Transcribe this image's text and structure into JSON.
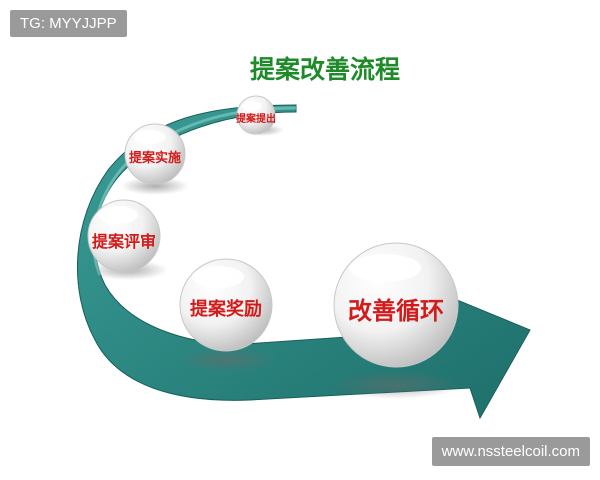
{
  "tag": "TG: MYYJJPP",
  "title": "提案改善流程",
  "steps": [
    {
      "label": "提案提出"
    },
    {
      "label": "提案实施"
    },
    {
      "label": "提案评审"
    },
    {
      "label": "提案奖励"
    },
    {
      "label": "改善循环"
    }
  ],
  "watermark": "www.nssteelcoil.com",
  "colors": {
    "arrow": "#2a8a84",
    "arrow_dark": "#1a5f5a",
    "title": "#1f8a2a",
    "bubble_text": "#d41b1b"
  }
}
